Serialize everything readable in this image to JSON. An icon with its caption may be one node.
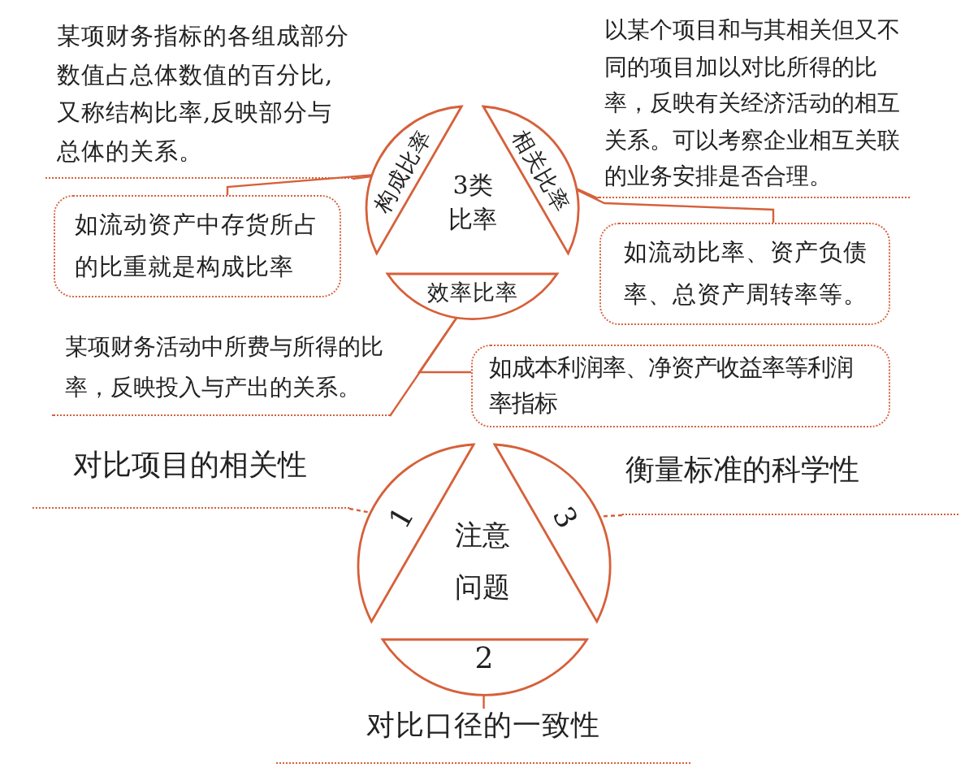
{
  "diagram": {
    "nodes": [
      {
        "text": [
          "某项财务指标的各组成部分数值占总体数值的百分比,又称结构比率,反映部分与总体的关系。"
        ]
      },
      {
        "text": [
          "以某个项目和与其相关但又不同的项目加以对比所得的比率，反映有关经济活动的相互关系。可以考察企业相互关联的业务安排是否合理。"
        ]
      },
      {
        "text": [
          "构成比率"
        ]
      },
      {
        "text": [
          "相关比率"
        ]
      },
      {
        "text": [
          "如流动资产中存货所占的比重就是构成比率"
        ]
      },
      {
        "text": [
          "如流动比率、资产负债率、总资产周转率等。"
        ]
      },
      {
        "text": [
          "效率比率"
        ]
      },
      {
        "text": [
          "某项财务活动中所费与所得的比率，反映投入与产出的关系。"
        ]
      },
      {
        "text": [
          "如成本利润率、净资产收益率等利润率指标"
        ]
      },
      {
        "text": [
          "对比项目的相关性"
        ]
      },
      {
        "text": [
          "衡量标准的科学性"
        ]
      },
      {
        "text": [
          "1"
        ]
      },
      {
        "text": [
          "3"
        ]
      },
      {
        "text": [
          "2"
        ]
      },
      {
        "text": [
          "对比口径的一致性"
        ]
      }
    ],
    "edges": [
      {
        "from": 0,
        "to": 2,
        "arrow": "none"
      },
      {
        "from": 4,
        "to": 2,
        "arrow": "none"
      },
      {
        "from": 1,
        "to": 3,
        "arrow": "none"
      },
      {
        "from": 5,
        "to": 3,
        "arrow": "none"
      },
      {
        "from": 7,
        "to": 6,
        "arrow": "none"
      },
      {
        "from": 8,
        "to": 6,
        "arrow": "none"
      },
      {
        "from": 9,
        "to": 11,
        "arrow": "none",
        "style": "dashed"
      },
      {
        "from": 10,
        "to": 12,
        "arrow": "none",
        "style": "dashed"
      },
      {
        "from": 13,
        "to": 14,
        "arrow": "none"
      }
    ],
    "labels": [
      "3类比率",
      "注意问题"
    ]
  }
}
